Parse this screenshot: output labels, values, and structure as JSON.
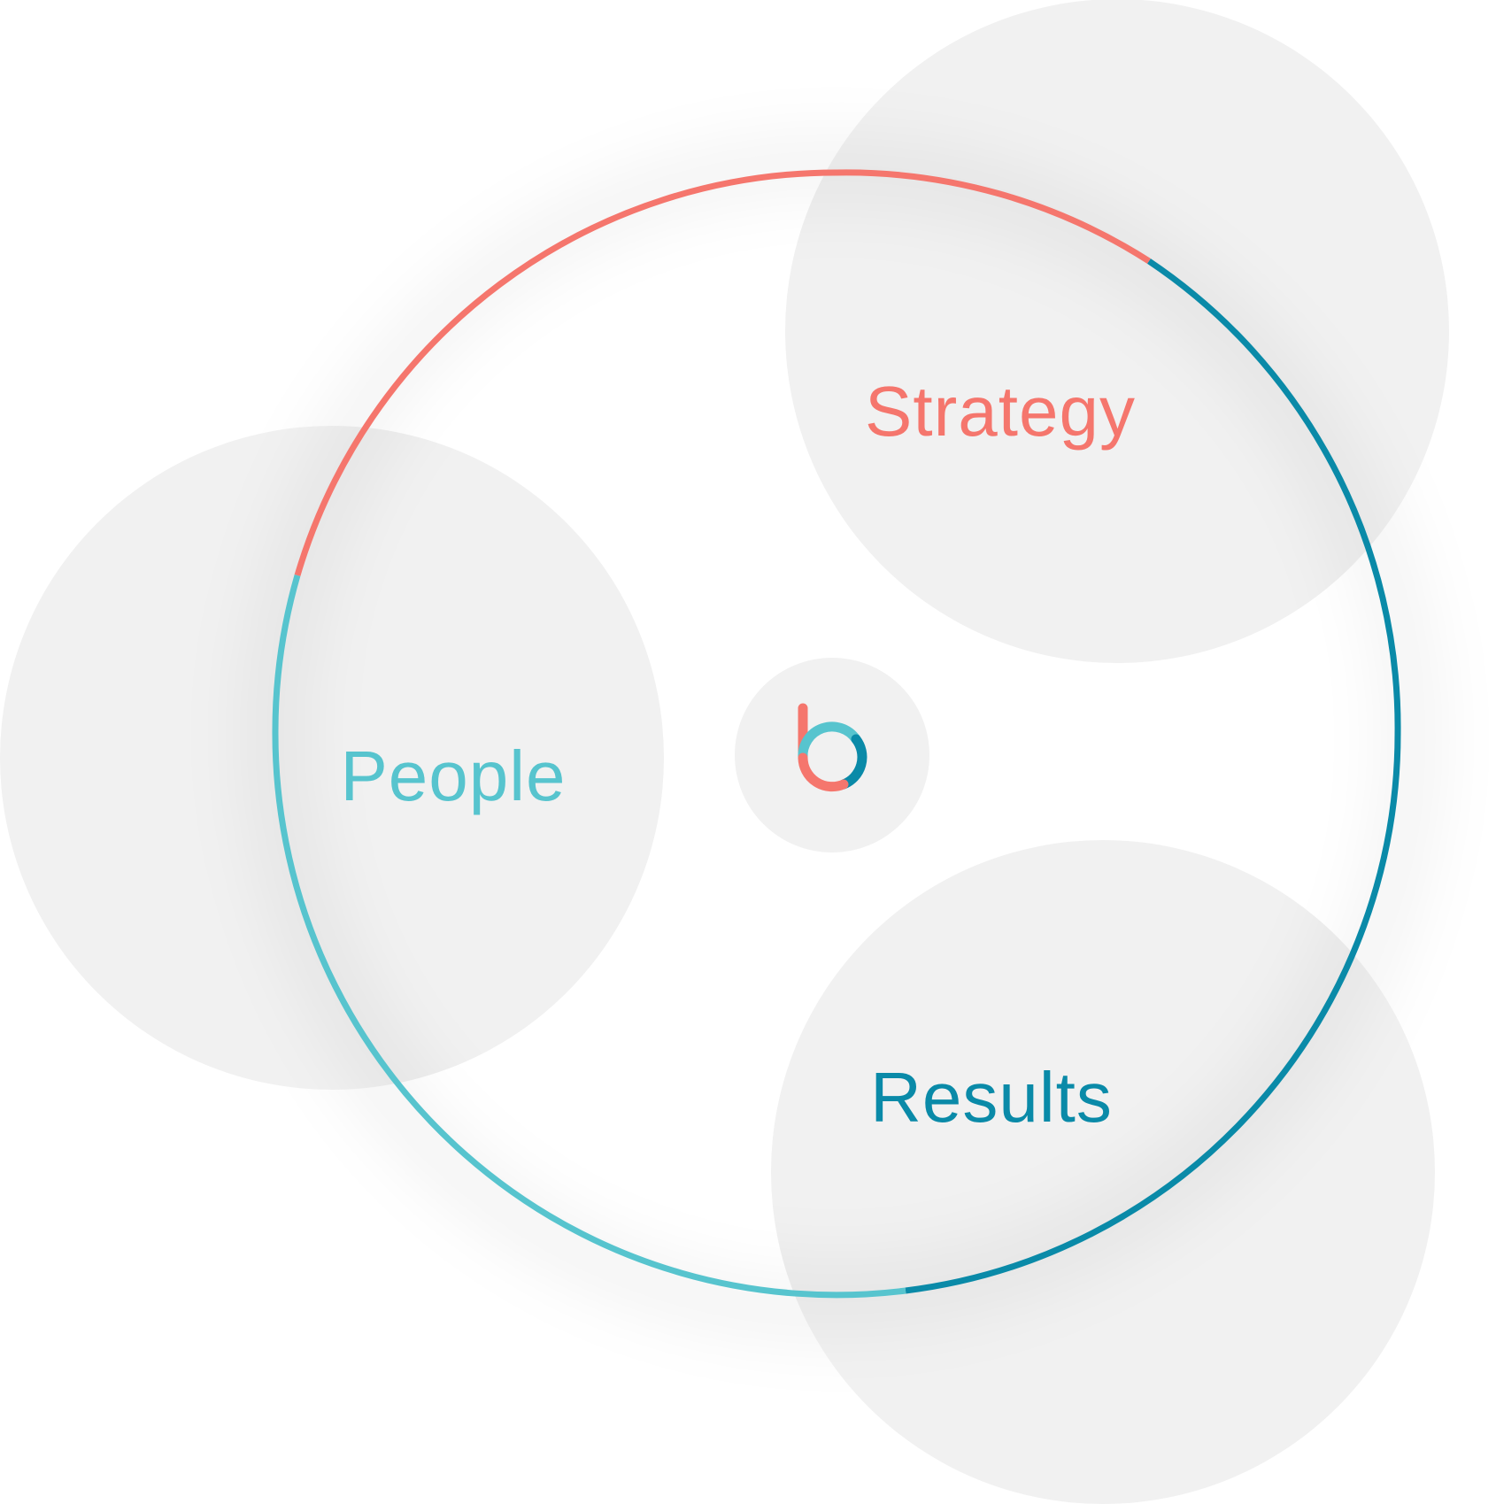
{
  "colors": {
    "strategy": "#f5766d",
    "people": "#57c4ce",
    "results": "#0a8aa8",
    "bubble": "#f1f1f1",
    "background": "#ffffff"
  },
  "labels": {
    "strategy": "Strategy",
    "people": "People",
    "results": "Results"
  },
  "logo": {
    "icon": "b-logo-icon"
  }
}
